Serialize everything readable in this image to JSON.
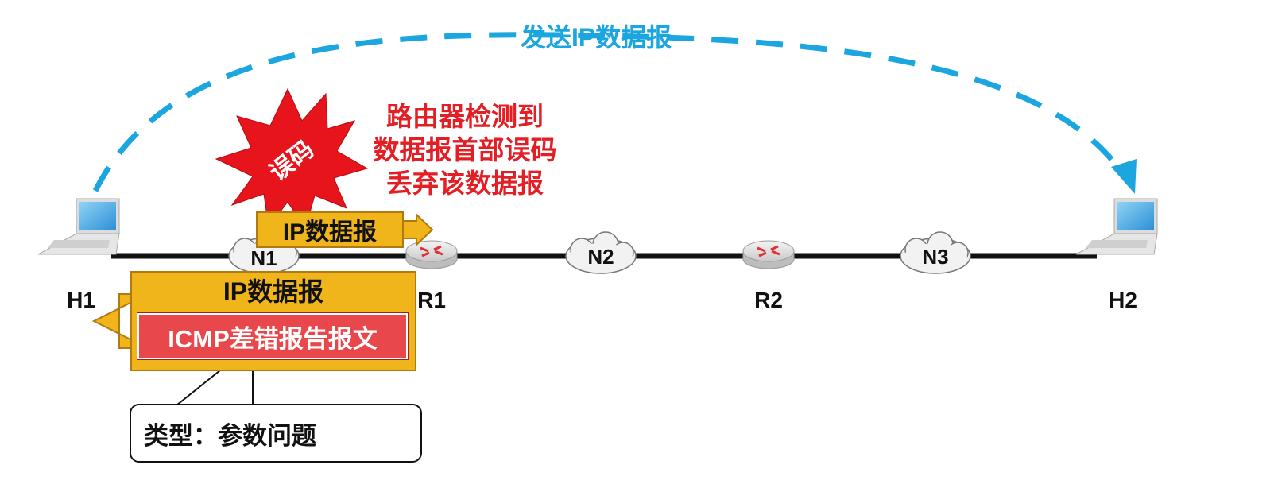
{
  "top_arc": {
    "label": "发送IP数据报",
    "color": "#1ba6df"
  },
  "error_note": {
    "lines": [
      "路由器检测到",
      "数据报首部误码",
      "丢弃该数据报"
    ],
    "color": "#e31e24"
  },
  "burst": {
    "label": "误码",
    "color": "#e8141b"
  },
  "packet_forward": {
    "label": "IP数据报",
    "color": "#f1b51c"
  },
  "icmp_packet": {
    "outer_label": "IP数据报",
    "inner_label": "ICMP差错报告报文",
    "outer_color": "#f1b51c",
    "inner_color": "#e8474c"
  },
  "callout": {
    "text": "类型：参数问题"
  },
  "hosts": [
    {
      "name": "H1",
      "icon": "laptop-icon"
    },
    {
      "name": "H2",
      "icon": "laptop-icon"
    }
  ],
  "routers": [
    {
      "name": "R1",
      "icon": "router-icon"
    },
    {
      "name": "R2",
      "icon": "router-icon"
    }
  ],
  "networks": [
    {
      "name": "N1",
      "icon": "cloud-icon"
    },
    {
      "name": "N2",
      "icon": "cloud-icon"
    },
    {
      "name": "N3",
      "icon": "cloud-icon"
    }
  ]
}
